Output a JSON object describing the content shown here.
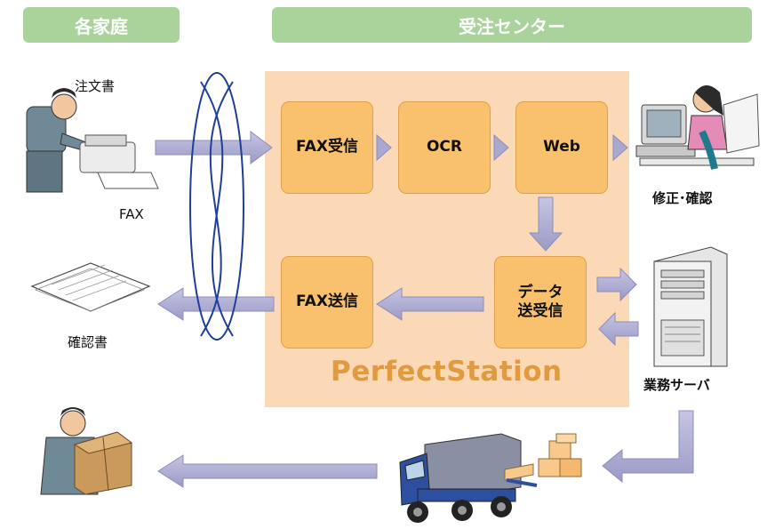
{
  "headers": {
    "left": "各家庭",
    "right": "受注センター"
  },
  "process": {
    "fax_receive": "FAX受信",
    "ocr": "OCR",
    "web": "Web",
    "data_line1": "データ",
    "data_line2": "送受信",
    "fax_send": "FAX送信"
  },
  "brand": "PerfectStation",
  "labels": {
    "order_form": "注文書",
    "fax": "FAX",
    "confirmation": "確認書",
    "correction": "修正･確認",
    "server": "業務サーバ"
  },
  "colors": {
    "header_green": "#a9d39b",
    "center_bg": "#fbd9b7",
    "process_box": "#f9c16d",
    "arrow": "#a9a8cf",
    "brand": "#e29a3f",
    "network_ellipse": "#1f3f9a"
  }
}
